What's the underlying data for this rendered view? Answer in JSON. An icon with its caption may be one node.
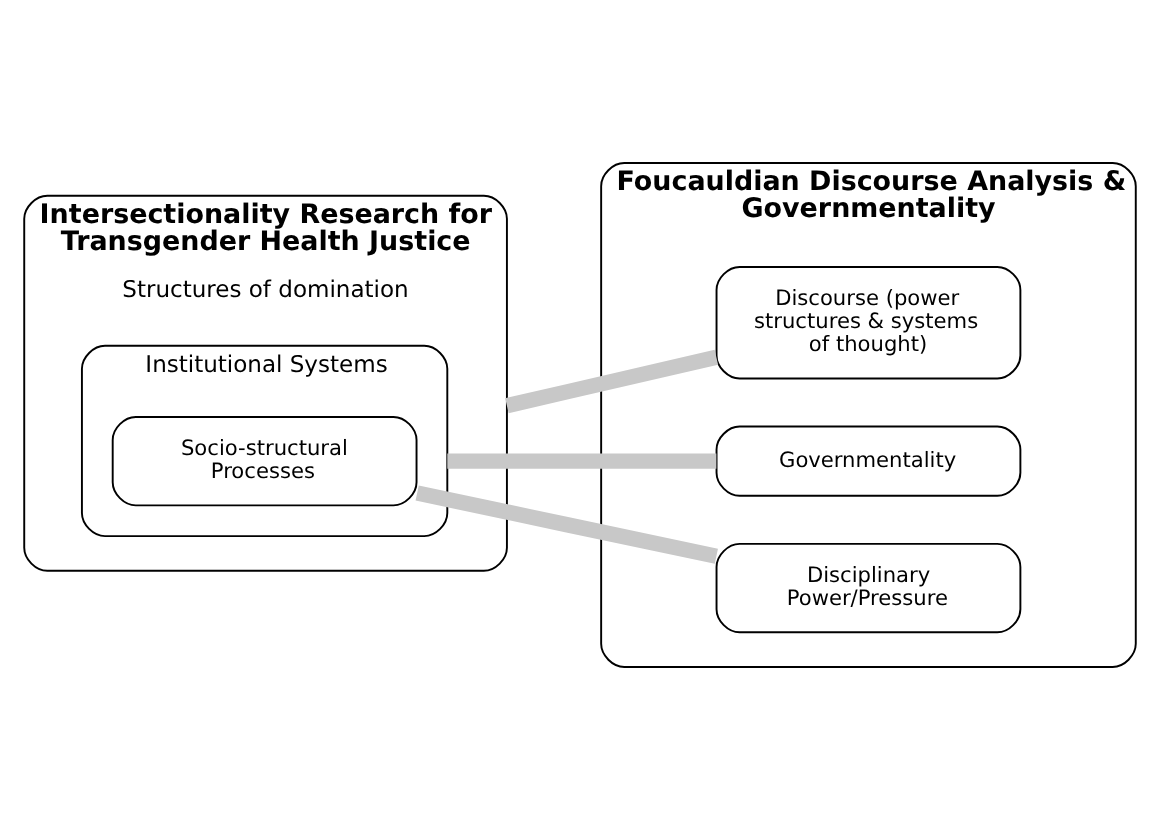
{
  "diagram": {
    "nodes": [
      {
        "text": [
          "Intersectionality Research for Transgender Health Justice",
          "Structures of domination"
        ]
      },
      {
        "text": [
          "Institutional Systems"
        ],
        "in": 0
      },
      {
        "text": [
          "Socio-structural Processes"
        ],
        "in": 1
      },
      {
        "text": [
          "Foucauldian Discourse Analysis & Governmentality"
        ]
      },
      {
        "text": [
          "Discourse (power structures & systems of thought)"
        ],
        "in": 3
      },
      {
        "text": [
          "Governmentality"
        ],
        "in": 3
      },
      {
        "text": [
          "Disciplinary Power/Pressure"
        ],
        "in": 3
      }
    ],
    "edges": [
      {
        "from": 0,
        "to": 4,
        "arrow": "none"
      },
      {
        "from": 1,
        "to": 5,
        "arrow": "none"
      },
      {
        "from": 2,
        "to": 6,
        "arrow": "none"
      }
    ]
  }
}
